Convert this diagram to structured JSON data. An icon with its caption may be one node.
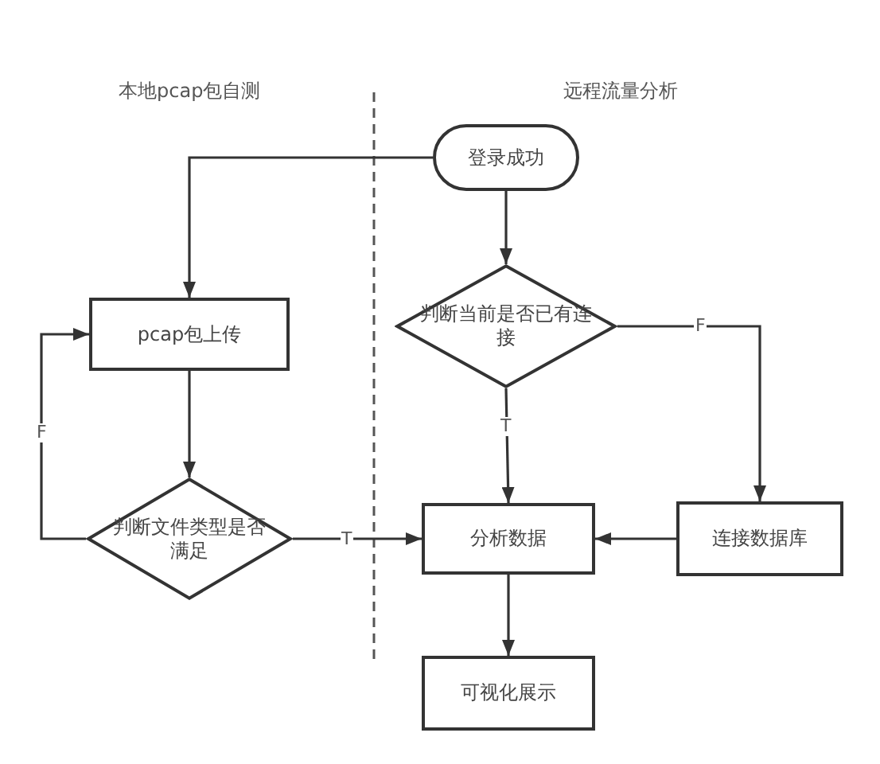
{
  "diagram": {
    "nodes": [
      {
        "text": [
          "登录成功"
        ]
      },
      {
        "text": [
          "判断当前是否已有连接"
        ]
      },
      {
        "text": [
          "连接数据库"
        ]
      },
      {
        "text": [
          "分析数据"
        ]
      },
      {
        "text": [
          "可视化展示"
        ]
      },
      {
        "text": [
          "pcap包上传"
        ]
      },
      {
        "text": [
          "判断文件类型是否满足"
        ]
      }
    ],
    "edges": [
      {
        "from": 0,
        "to": 5,
        "arrow": "to"
      },
      {
        "from": 0,
        "to": 1,
        "arrow": "to"
      },
      {
        "from": 1,
        "to": 2,
        "arrow": "to",
        "label": "F"
      },
      {
        "from": 1,
        "to": 3,
        "arrow": "to",
        "label": "T"
      },
      {
        "from": 2,
        "to": 3,
        "arrow": "to"
      },
      {
        "from": 3,
        "to": 4,
        "arrow": "to"
      },
      {
        "from": 5,
        "to": 6,
        "arrow": "to"
      },
      {
        "from": 6,
        "to": 5,
        "arrow": "to",
        "label": "F"
      },
      {
        "from": 6,
        "to": 3,
        "arrow": "to",
        "label": "T"
      }
    ],
    "labels": [
      "本地pcap包自测",
      "远程流量分析"
    ]
  }
}
